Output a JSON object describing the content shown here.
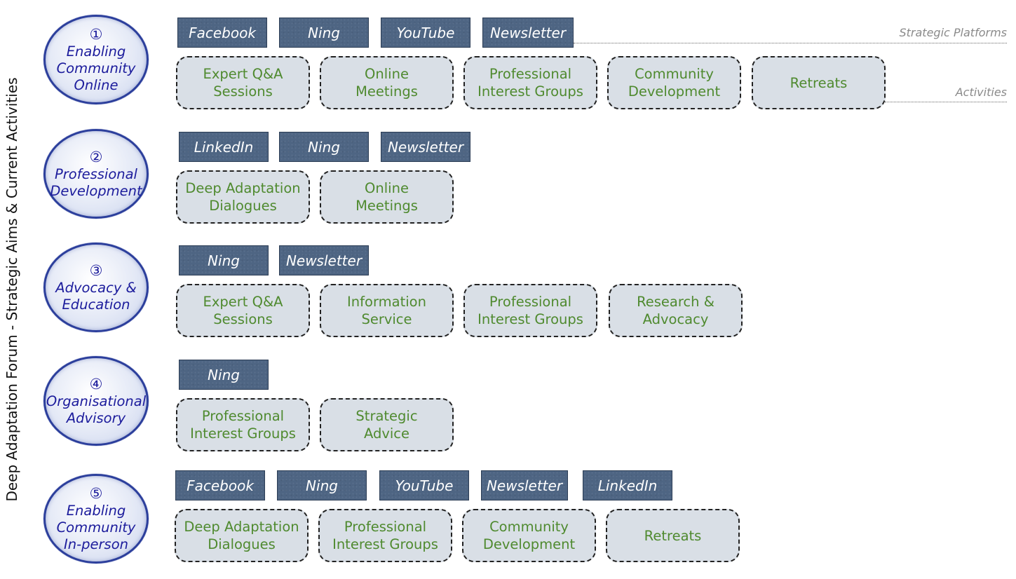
{
  "title": "Deep Adaptation Forum - Strategic Aims & Current Activities",
  "legend": {
    "platforms_label": "Strategic Platforms",
    "activities_label": "Activities"
  },
  "colors": {
    "platform_bg": "#4e6583",
    "activity_bg": "#d9dfe6",
    "activity_text": "#4f8a2f",
    "aim_text": "#1c1c9c",
    "aim_border": "#2c3f9c"
  },
  "aims": [
    {
      "number": "①",
      "lines": [
        "Enabling",
        "Community",
        "Online"
      ],
      "platforms": [
        "Facebook",
        "Ning",
        "YouTube",
        "Newsletter"
      ],
      "activities": [
        [
          "Expert Q&A",
          "Sessions"
        ],
        [
          "Online",
          "Meetings"
        ],
        [
          "Professional",
          "Interest Groups"
        ],
        [
          "Community",
          "Development"
        ],
        [
          "Retreats"
        ]
      ]
    },
    {
      "number": "②",
      "lines": [
        "Professional",
        "Development"
      ],
      "platforms": [
        "LinkedIn",
        "Ning",
        "Newsletter"
      ],
      "activities": [
        [
          "Deep Adaptation",
          "Dialogues"
        ],
        [
          "Online",
          "Meetings"
        ]
      ]
    },
    {
      "number": "③",
      "lines": [
        "Advocacy &",
        "Education"
      ],
      "platforms": [
        "Ning",
        "Newsletter"
      ],
      "activities": [
        [
          "Expert Q&A",
          "Sessions"
        ],
        [
          "Information",
          "Service"
        ],
        [
          "Professional",
          "Interest Groups"
        ],
        [
          "Research &",
          "Advocacy"
        ]
      ]
    },
    {
      "number": "④",
      "lines": [
        "Organisational",
        "Advisory"
      ],
      "platforms": [
        "Ning"
      ],
      "activities": [
        [
          "Professional",
          "Interest Groups"
        ],
        [
          "Strategic",
          "Advice"
        ]
      ]
    },
    {
      "number": "⑤",
      "lines": [
        "Enabling",
        "Community",
        "In-person"
      ],
      "platforms": [
        "Facebook",
        "Ning",
        "YouTube",
        "Newsletter",
        "LinkedIn"
      ],
      "activities": [
        [
          "Deep Adaptation",
          "Dialogues"
        ],
        [
          "Professional",
          "Interest Groups"
        ],
        [
          "Community",
          "Development"
        ],
        [
          "Retreats"
        ]
      ]
    }
  ]
}
